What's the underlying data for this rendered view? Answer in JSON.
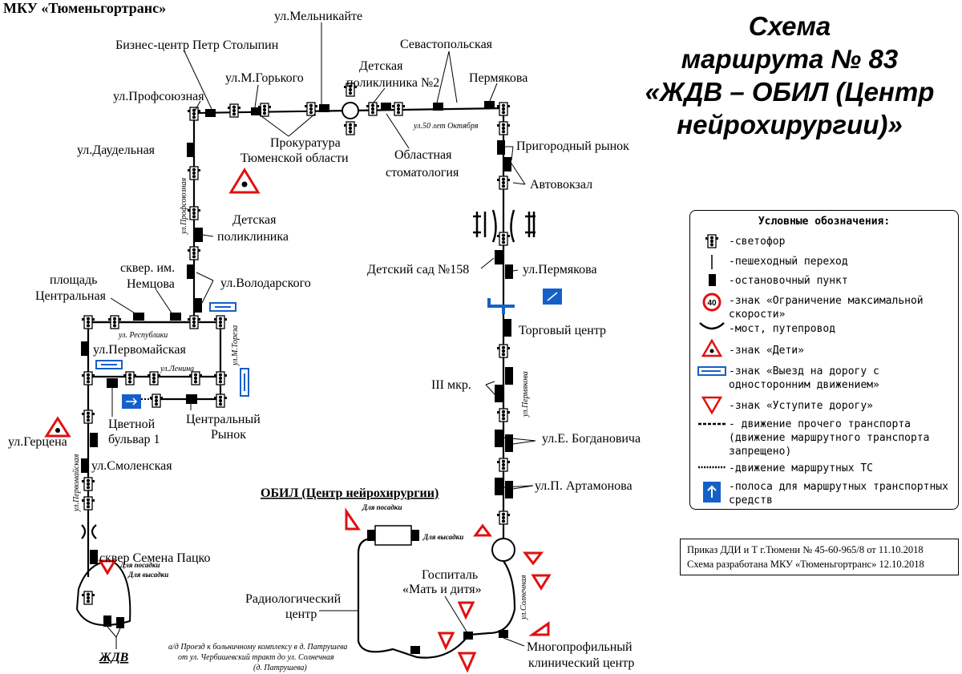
{
  "organization": "МКУ «Тюменьгортранс»",
  "title_lines": [
    "Схема",
    "маршрута № 83",
    "«ЖДВ – ОБИЛ (Центр",
    "нейрохирургии)»"
  ],
  "legend": {
    "title": "Условные обозначения:",
    "items": [
      {
        "icon": "traffic-light-icon",
        "text": "-светофор"
      },
      {
        "icon": "crosswalk-icon",
        "text": "-пешеходный переход"
      },
      {
        "icon": "bus-stop-icon",
        "text": "-остановочный пункт"
      },
      {
        "icon": "speed-limit-sign-icon",
        "sign_value": "40",
        "text": "-знак «Ограничение максимальной скорости»"
      },
      {
        "icon": "bridge-icon",
        "text": "-мост, путепровод"
      },
      {
        "icon": "children-sign-icon",
        "text": "-знак «Дети»"
      },
      {
        "icon": "one-way-exit-sign-icon",
        "text": "-знак «Выезд на дорогу с односторонним движением»"
      },
      {
        "icon": "yield-sign-icon",
        "text": "-знак «Уступите дорогу»"
      },
      {
        "icon": "dashed-line-icon",
        "text": "- движение прочего транспорта (движение маршрутного транспорта запрещено)"
      },
      {
        "icon": "arrow-line-icon",
        "text": "-движение маршрутных ТС"
      },
      {
        "icon": "bus-lane-sign-icon",
        "text": "-полоса для маршрутных транспортных средств"
      }
    ]
  },
  "note": [
    "Приказ ДДИ и Т г.Тюмени № 45-60-965/8 от 11.10.2018",
    "Схема разработана МКУ «Тюменьгортранс» 12.10.2018"
  ],
  "labels": {
    "melnikaite": "ул.Мельникайте",
    "biznes_centr": "Бизнес-центр Петр Столыпин",
    "sevastopolskaya": "Севастопольская",
    "detskaya_poli2_a": "Детская",
    "detskaya_poli2_b": "поликлиника №2",
    "permyakova_top": "Пермякова",
    "m_gorkogo": "ул.М.Горького",
    "profsoyuznaya": "ул.Профсоюзная",
    "prokuratura_a": "Прокуратура",
    "prokuratura_b": "Тюменской области",
    "stomatologiya_a": "Областная",
    "stomatologiya_b": "стоматология",
    "prigorodny": "Пригородный рынок",
    "daudelnaya": "ул.Даудельная",
    "avtovokzal": "Автовокзал",
    "detskaya_poli_a": "Детская",
    "detskaya_poli_b": "поликлиника",
    "detsad": "Детский сад №158",
    "permyakova_stop": "ул.Пермякова",
    "skver_nemcova_a": "сквер. им.",
    "skver_nemcova_b": "Немцова",
    "volodarskogo": "ул.Володарского",
    "ploshad_a": "площадь",
    "ploshad_b": "Центральная",
    "torgovy": "Торговый центр",
    "pervomayskaya": "ул.Первомайская",
    "iii_mkr": "III мкр.",
    "cvetnoy_a": "Цветной",
    "cvetnoy_b": "бульвар 1",
    "centr_rynok_a": "Центральный",
    "centr_rynok_b": "Рынок",
    "bogdanovicha": "ул.Е. Богдановича",
    "gercena": "ул.Герцена",
    "smolenskaya": "ул.Смоленская",
    "artamonova": "ул.П. Артамонова",
    "obil": "ОБИЛ (Центр нейрохирургии)",
    "skver_packo": "сквер Семена Пацко",
    "gospital_a": "Госпиталь",
    "gospital_b": "«Мать и дитя»",
    "radiolog_a": "Радиологический",
    "radiolog_b": "центр",
    "mnogoprof_a": "Многопрофильный",
    "mnogoprof_b": "клинический центр",
    "zhdv": "ЖДВ",
    "dlya_posadki": "Для посадки",
    "dlya_vysadki": "Для высадки",
    "dlya_posadki2": "Для посадки",
    "dlya_vysadki2": "Для высадки",
    "street_50_let": "ул.50 лет Октября",
    "street_profsoyuznaya": "ул.Профсоюзная",
    "street_respubliki": "ул. Республики",
    "street_lenina": "ул.Ленина",
    "street_m_toreza": "ул.М.Тореза",
    "street_permyakova": "ул.Пермякова",
    "street_pervomayskaya": "ул.Первомайская",
    "street_solnechnaya": "ул.Солнечная",
    "proezd_1": "а/д Проезд к больничному комплексу в д. Патрушева",
    "proezd_2": "от ул. Чербишевский тракт до ул. Солнечная",
    "proezd_3": "(д. Патрушева)"
  },
  "colors": {
    "sign_red": "#e01010",
    "sign_blue": "#1560c8",
    "route": "#000000"
  }
}
